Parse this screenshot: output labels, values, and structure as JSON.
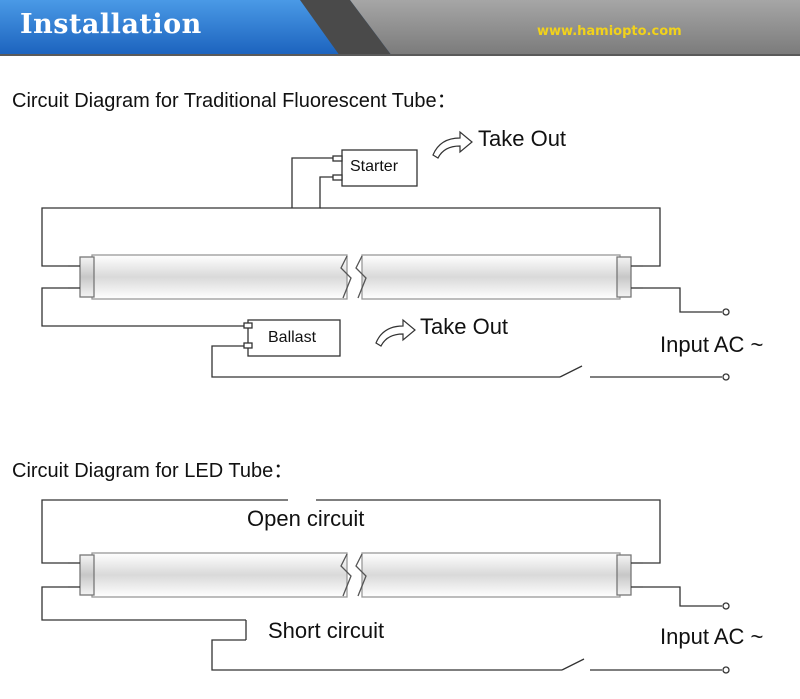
{
  "header": {
    "title": "Installation",
    "website": "www.hamiopto.com"
  },
  "fluorescent_diagram": {
    "heading": "Circuit Diagram for Traditional Fluorescent Tube：",
    "starter_label": "Starter",
    "ballast_label": "Ballast",
    "take_out_label_1": "Take Out",
    "take_out_label_2": "Take Out",
    "input_label": "Input AC ~"
  },
  "led_diagram": {
    "heading": "Circuit Diagram for LED Tube：",
    "open_circuit_label": "Open circuit",
    "short_circuit_label": "Short circuit",
    "input_label": "Input AC ~"
  },
  "colors": {
    "banner_blue": "#2a7bd6",
    "banner_gray": "#8f8f8f",
    "website_text": "#f2d21a",
    "wire": "#333333"
  }
}
